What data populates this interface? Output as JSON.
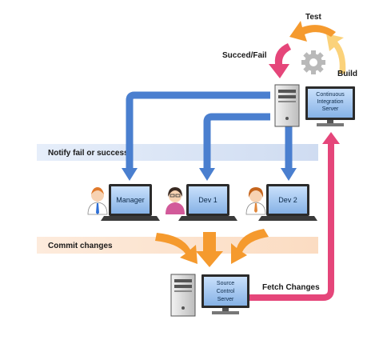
{
  "labels": {
    "test": "Test",
    "build": "Build",
    "succeed_fail": "Succed/Fail",
    "notify": "Notify fail or success",
    "commit": "Commit changes",
    "fetch": "Fetch Changes"
  },
  "ci_server": {
    "line1": "Continuous",
    "line2": "Integration",
    "line3": "Server"
  },
  "source_server": {
    "line1": "Source",
    "line2": "Control",
    "line3": "Server"
  },
  "laptops": {
    "manager": "Manager",
    "dev1": "Dev 1",
    "dev2": "Dev 2"
  },
  "colors": {
    "blue_arrow": "#4a7fcf",
    "orange_arrow": "#f59a2e",
    "pink_arrow": "#e5467a",
    "notify_band": "#d7e3f4",
    "commit_band": "#fce4cf",
    "screen": "#9fc3ee"
  }
}
